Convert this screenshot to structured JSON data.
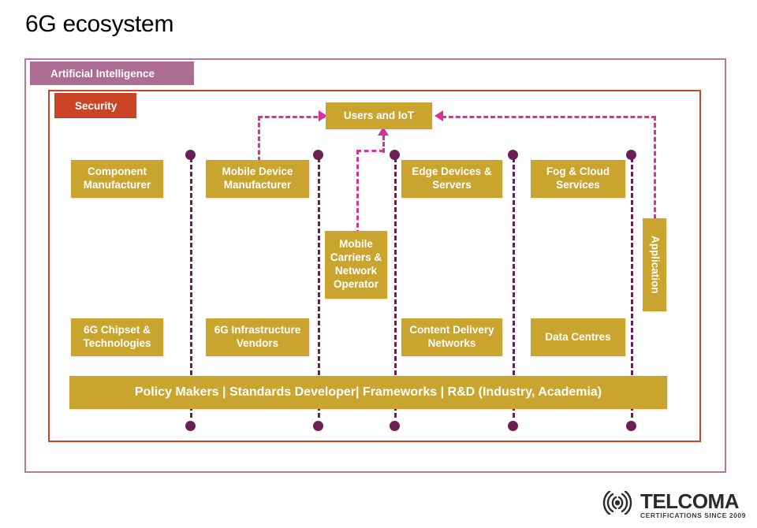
{
  "page": {
    "title": "6G ecosystem",
    "background": "#ffffff"
  },
  "colors": {
    "node_gold": "#c9a42f",
    "ai_frame": "#b4799e",
    "security_frame": "#cc4422",
    "ai_tag": "#ad6d93",
    "security_tag": "#cb4426",
    "connector_purple": "#6b1f55",
    "flow_magenta": "#d9309e",
    "text_white": "#ffffff",
    "title_black": "#000000"
  },
  "frames": [
    {
      "name": "artificial-intelligence",
      "label": "Artificial Intelligence"
    },
    {
      "name": "security",
      "label": "Security"
    }
  ],
  "nodes": [
    {
      "id": "users-and-iot",
      "label": "Users and IoT"
    },
    {
      "id": "component-manufacturer",
      "label": "Component Manufacturer"
    },
    {
      "id": "mobile-device-manufacturer",
      "label": "Mobile Device Manufacturer"
    },
    {
      "id": "edge-devices-servers",
      "label": "Edge Devices & Servers"
    },
    {
      "id": "fog-cloud-services",
      "label": "Fog & Cloud Services"
    },
    {
      "id": "mobile-carriers-network-operator",
      "label": "Mobile Carriers & Network Operator"
    },
    {
      "id": "application",
      "label": "Application"
    },
    {
      "id": "6g-chipset-technologies",
      "label": "6G Chipset & Technologies"
    },
    {
      "id": "6g-infrastructure-vendors",
      "label": "6G Infrastructure Vendors"
    },
    {
      "id": "content-delivery-networks",
      "label": "Content Delivery Networks"
    },
    {
      "id": "data-centres",
      "label": "Data Centres"
    }
  ],
  "bottom_bar": {
    "label": "Policy Makers | Standards Developer| Frameworks | R&D (Industry, Academia)"
  },
  "flows": [
    {
      "from": "mobile-device-manufacturer",
      "to": "users-and-iot",
      "style": "dashed",
      "color": "#d9309e"
    },
    {
      "from": "mobile-carriers-network-operator",
      "to": "users-and-iot",
      "style": "dashed",
      "color": "#d9309e"
    },
    {
      "from": "application",
      "to": "users-and-iot",
      "style": "dashed",
      "color": "#d9309e"
    }
  ],
  "footer": {
    "logo_name": "TELCOMA",
    "logo_tagline": "CERTIFICATIONS SINCE 2009",
    "logo_icon": "signal-waves-icon"
  }
}
